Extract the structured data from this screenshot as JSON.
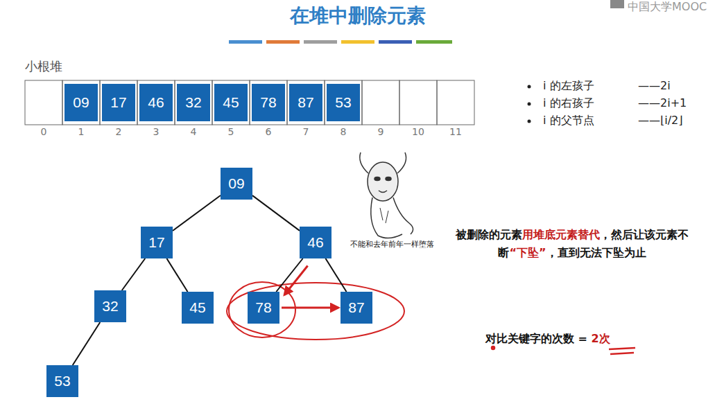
{
  "diagram": {
    "title": "在堆中删除元素",
    "nodes": [
      {
        "text": [
          "09"
        ]
      },
      {
        "text": [
          "17"
        ]
      },
      {
        "text": [
          "46"
        ]
      },
      {
        "text": [
          "32"
        ]
      },
      {
        "text": [
          "45"
        ]
      },
      {
        "text": [
          "78"
        ]
      },
      {
        "text": [
          "87"
        ]
      },
      {
        "text": [
          "53"
        ]
      },
      {
        "text": [
          "09"
        ]
      },
      {
        "text": [
          "17"
        ]
      },
      {
        "text": [
          "46"
        ]
      },
      {
        "text": [
          "32"
        ]
      },
      {
        "text": [
          "45"
        ]
      },
      {
        "text": [
          "78"
        ]
      },
      {
        "text": [
          "87"
        ]
      },
      {
        "text": [
          "53"
        ]
      }
    ],
    "edges": [
      {
        "from": 8,
        "to": 9,
        "arrow": "none"
      },
      {
        "from": 8,
        "to": 10,
        "arrow": "none"
      },
      {
        "from": 9,
        "to": 11,
        "arrow": "none"
      },
      {
        "from": 9,
        "to": 12,
        "arrow": "none"
      },
      {
        "from": 10,
        "to": 13,
        "arrow": "none"
      },
      {
        "from": 10,
        "to": 14,
        "arrow": "none"
      },
      {
        "from": 11,
        "to": 15,
        "arrow": "none"
      },
      {
        "from": 10,
        "to": 13,
        "arrow": "to"
      },
      {
        "from": 13,
        "to": 14,
        "arrow": "to"
      }
    ],
    "labels": [
      "小根堆",
      "0",
      "1",
      "2",
      "3",
      "4",
      "5",
      "6",
      "7",
      "8",
      "9",
      "10",
      "11",
      "i 的左孩子",
      "——2i",
      "i 的右孩子",
      "——2i+1",
      "i 的父节点",
      "——⌊i/2⌋",
      "不能和去年前年一样堕落",
      "被删除的元素",
      "用堆底元素替代",
      "，然后让该元素不断",
      "“下坠”",
      "，直到无法下坠为止",
      "对比关键字的次数 = ",
      "2次",
      "中国大学MOOC"
    ]
  }
}
